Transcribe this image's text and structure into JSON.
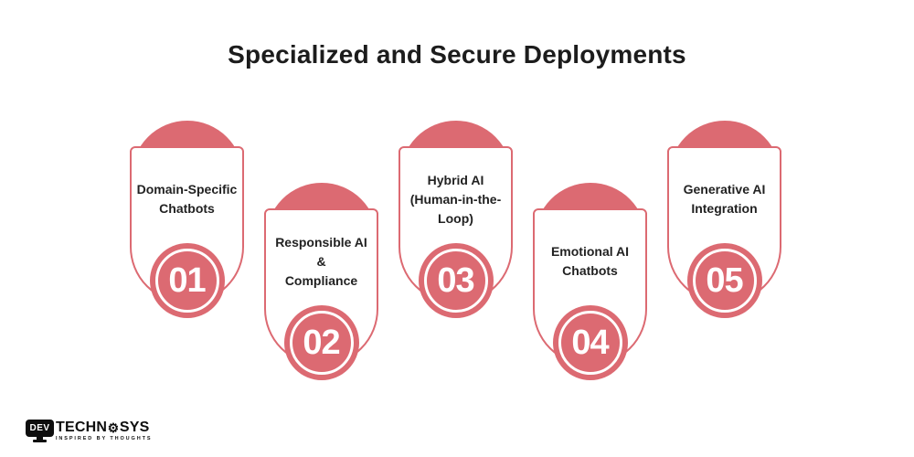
{
  "title": "Specialized and Secure Deployments",
  "theme": {
    "accent": "#DC6A72",
    "title_color": "#1C1C1C",
    "card_text_color": "#222222",
    "badge_text_color": "#FFFFFF",
    "background": "#FFFFFF",
    "logo_color": "#0E0E0E"
  },
  "items": [
    {
      "number": "01",
      "label": "Domain-Specific\nChatbots"
    },
    {
      "number": "02",
      "label": "Responsible AI &\nCompliance"
    },
    {
      "number": "03",
      "label": "Hybrid AI\n(Human-in-the-\nLoop)"
    },
    {
      "number": "04",
      "label": "Emotional AI\nChatbots"
    },
    {
      "number": "05",
      "label": "Generative AI\nIntegration"
    }
  ],
  "logo": {
    "monitor_text": "DEV",
    "brand_left": "TECHN",
    "gear_glyph": "⚙",
    "brand_right": "SYS",
    "tagline": "INSPIRED BY THOUGHTS"
  }
}
